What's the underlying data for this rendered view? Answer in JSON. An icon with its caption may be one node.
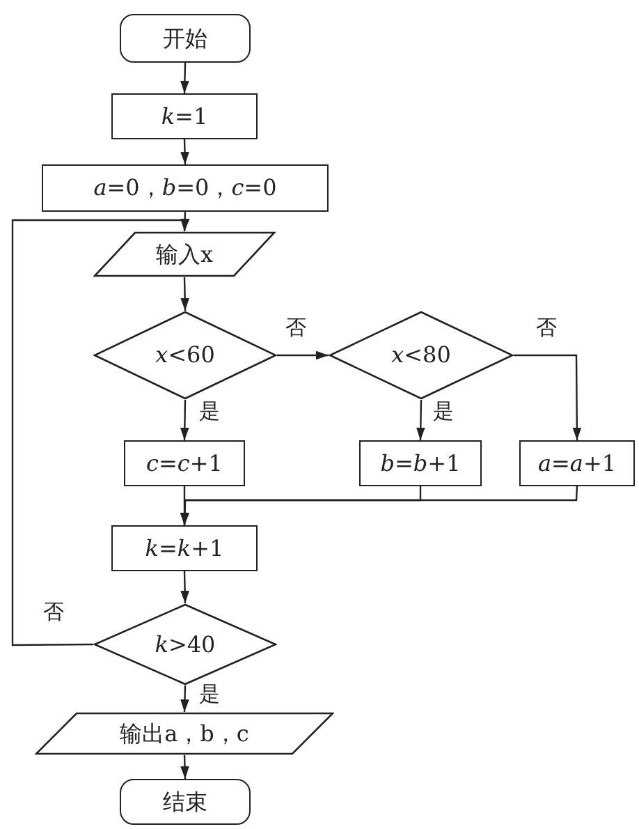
{
  "diagram": {
    "nodes": [
      {
        "text": [
          "开始"
        ]
      },
      {
        "text": [
          "*k*=1"
        ]
      },
      {
        "text": [
          "*a*=0，*b*=0，*c*=0"
        ]
      },
      {
        "text": [
          "输入x"
        ]
      },
      {
        "text": [
          "*x*<60"
        ]
      },
      {
        "text": [
          "*x*<80"
        ]
      },
      {
        "text": [
          "*c*=*c*+1"
        ]
      },
      {
        "text": [
          "*b*=*b*+1"
        ]
      },
      {
        "text": [
          "*a*=*a*+1"
        ]
      },
      {
        "text": [
          "*k*=*k*+1"
        ]
      },
      {
        "text": [
          "*k*>40"
        ]
      },
      {
        "text": [
          "输出a，b，c"
        ]
      },
      {
        "text": [
          "结束"
        ]
      }
    ],
    "edges": [
      {
        "from": 0,
        "to": 1,
        "arrow": "to"
      },
      {
        "from": 1,
        "to": 2,
        "arrow": "to"
      },
      {
        "from": 2,
        "to": 3,
        "arrow": "to"
      },
      {
        "from": 3,
        "to": 4,
        "arrow": "to"
      },
      {
        "from": 4,
        "to": 5,
        "arrow": "to",
        "label": "否"
      },
      {
        "from": 5,
        "to": 8,
        "arrow": "to",
        "label": "否"
      },
      {
        "from": 4,
        "to": 6,
        "arrow": "to",
        "label": "是"
      },
      {
        "from": 5,
        "to": 7,
        "arrow": "to",
        "label": "是"
      },
      {
        "from": 6,
        "to": 9,
        "arrow": "to"
      },
      {
        "from": 7,
        "to": 9,
        "arrow": "to"
      },
      {
        "from": 8,
        "to": 9,
        "arrow": "to"
      },
      {
        "from": 9,
        "to": 10,
        "arrow": "to"
      },
      {
        "from": 10,
        "to": 3,
        "arrow": "to",
        "label": "否"
      },
      {
        "from": 10,
        "to": 11,
        "arrow": "to",
        "label": "是"
      },
      {
        "from": 11,
        "to": 12,
        "arrow": "to"
      }
    ]
  }
}
